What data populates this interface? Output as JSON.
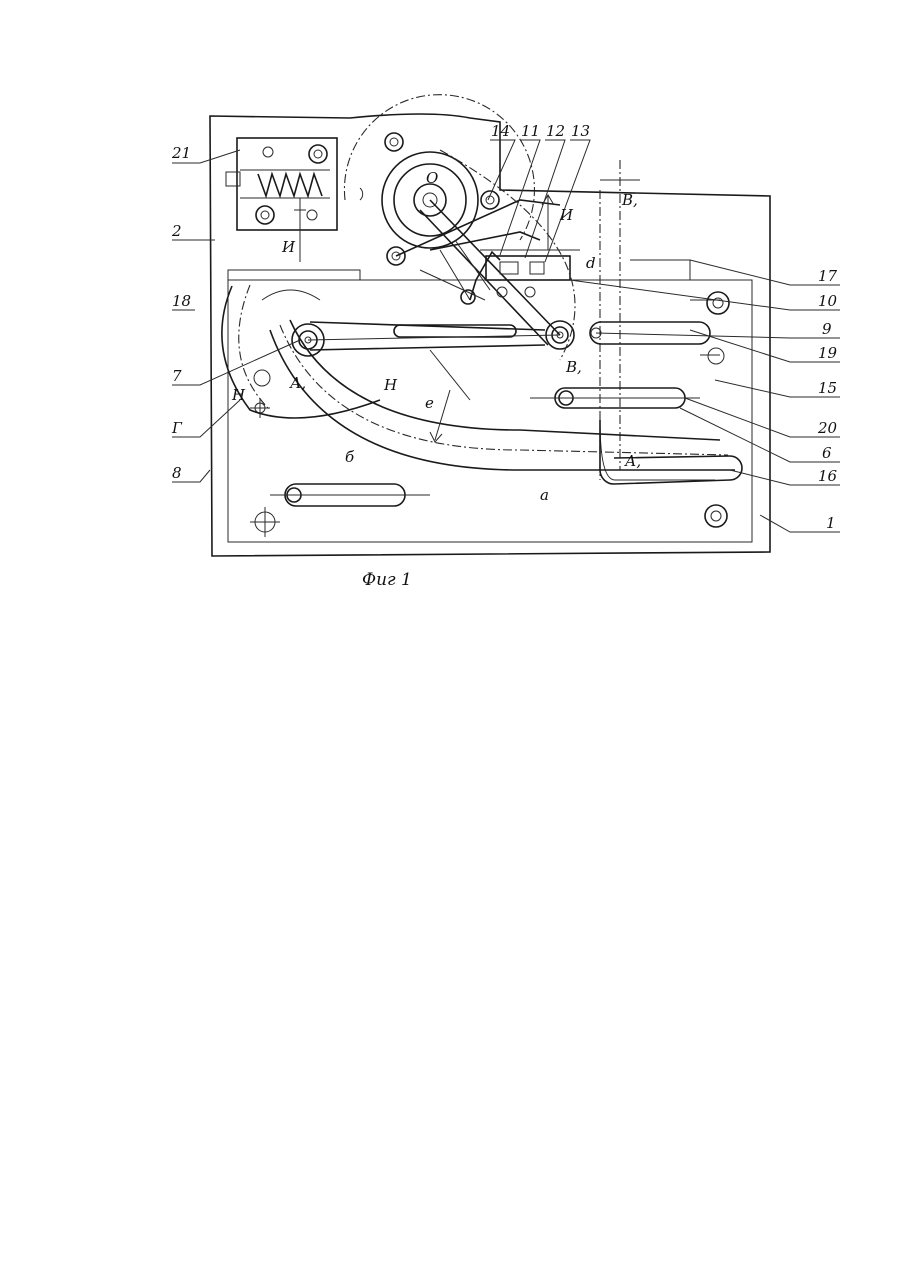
{
  "figure": {
    "caption": "Фиг 1",
    "part_numbers": [
      "21",
      "2",
      "18",
      "7",
      "Г",
      "8",
      "14",
      "11",
      "12",
      "13",
      "17",
      "10",
      "9",
      "19",
      "15",
      "20",
      "6",
      "16",
      "1"
    ],
    "letters": {
      "O": "О",
      "I_top": "И",
      "I_left": "И",
      "B_top": "В,",
      "B_mid": "В,",
      "d": "d",
      "H1": "Н",
      "H2": "Н",
      "A1": "А,",
      "A_low": "А,",
      "e": "е",
      "b_slot": "б",
      "a_slot": "а"
    }
  }
}
